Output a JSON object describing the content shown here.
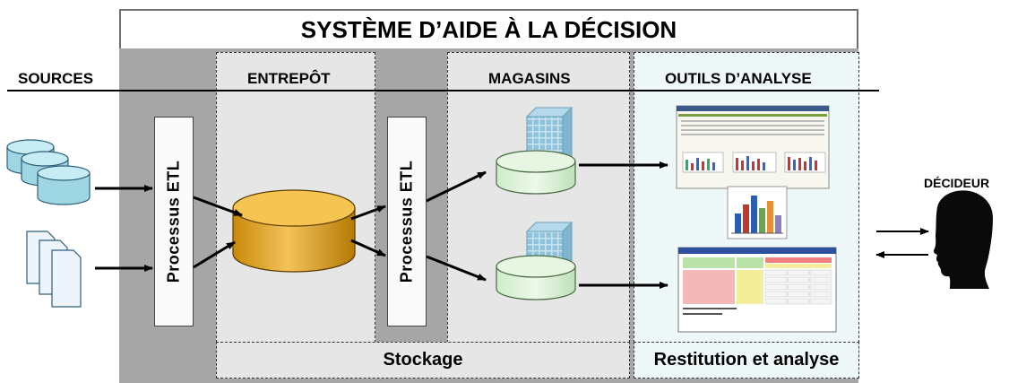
{
  "title": "SYSTÈME D’AIDE À LA DÉCISION",
  "columns": {
    "sources": "SOURCES",
    "entrepot": "ENTREPÔT",
    "magasins": "MAGASINS",
    "outils": "OUTILS D’ANALYSE"
  },
  "etl": {
    "label1": "Processus  ETL",
    "label2": "Processus  ETL"
  },
  "bottom": {
    "stockage": "Stockage",
    "restitution": "Restitution et analyse"
  },
  "decideur": "DÉCIDEUR",
  "colors": {
    "outer_gray": "#a6a6a6",
    "panel_gray": "#e6e6e6",
    "analysis_bg": "#eef8f8",
    "warehouse_gold": "#e8a317",
    "mart_green": "#d8f0d0",
    "source_blue": "#9fd6e4"
  }
}
